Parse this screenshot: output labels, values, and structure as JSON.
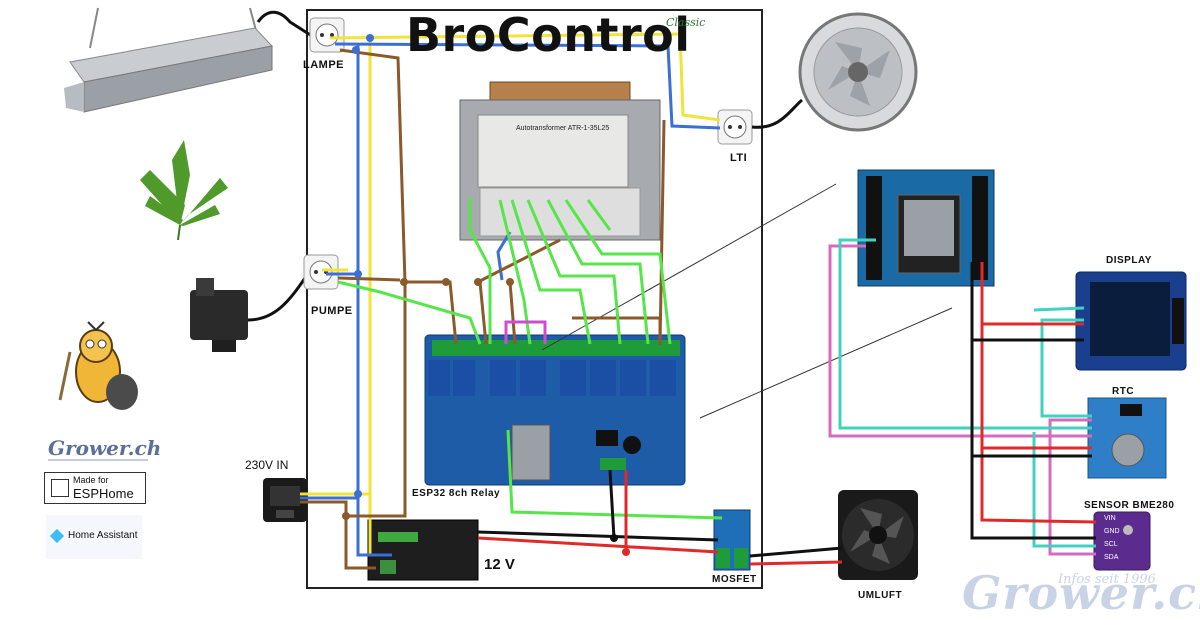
{
  "title": "BroControl",
  "subtitle": "Classic",
  "labels": {
    "lampe": "LAMPE",
    "lti": "LTI",
    "pumpe": "PUMPE",
    "input_230v": "230V IN",
    "relay_board": "ESP32 8ch Relay",
    "power_12v": "12 V",
    "mosfet": "MOSFET",
    "umluft": "UMLUFT",
    "display": "DISPLAY",
    "rtc": "RTC",
    "sensor": "SENSOR BME280",
    "transformer_name": "Autotransformer  ATR-1-35L25"
  },
  "sensor_pins": [
    "VIN",
    "GND",
    "SCL",
    "SDA"
  ],
  "badges": {
    "made_for": "Made for",
    "esphome": "ESPHome",
    "home_assistant": "Home Assistant"
  },
  "watermark": {
    "brand": "Grower.ch",
    "tagline": "Infos seit 1996"
  },
  "wire_colors": {
    "phase": "#8a5a2b",
    "neutral": "#3b6fd6",
    "earth": "#f2e33a",
    "signal": "#56e64a",
    "data_cyan": "#40d2c0",
    "data_pink": "#d56bbd",
    "plus": "#e02a2a",
    "minus": "#111111"
  }
}
